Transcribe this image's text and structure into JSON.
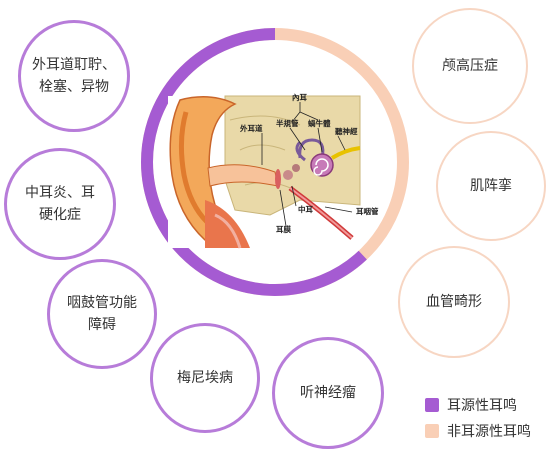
{
  "colors": {
    "otic": "#a55bd2",
    "otic_border": "#b77cd9",
    "non_otic": "#f9cfb6",
    "non_otic_border": "#f7d6c3"
  },
  "ring": {
    "otic_fraction": 0.62
  },
  "otic_causes": [
    {
      "label": "外耳道耵聍、\n栓塞、异物"
    },
    {
      "label": "中耳炎、耳\n硬化症"
    },
    {
      "label": "咽鼓管功能\n障碍"
    },
    {
      "label": "梅尼埃病"
    },
    {
      "label": "听神经瘤"
    }
  ],
  "non_otic_causes": [
    {
      "label": "颅高压症"
    },
    {
      "label": "肌阵挛"
    },
    {
      "label": "血管畸形"
    }
  ],
  "ear_labels": {
    "inner_ear": "內耳",
    "semicircular": "半規管",
    "cochlea": "蝸牛體",
    "auditory_nerve": "聽神經",
    "ear_canal": "外耳道",
    "middle_ear": "中耳",
    "eardrum": "耳膜",
    "eustachian": "耳咽管"
  },
  "legend": {
    "otic": "耳源性耳鸣",
    "non_otic": "非耳源性耳鸣"
  }
}
